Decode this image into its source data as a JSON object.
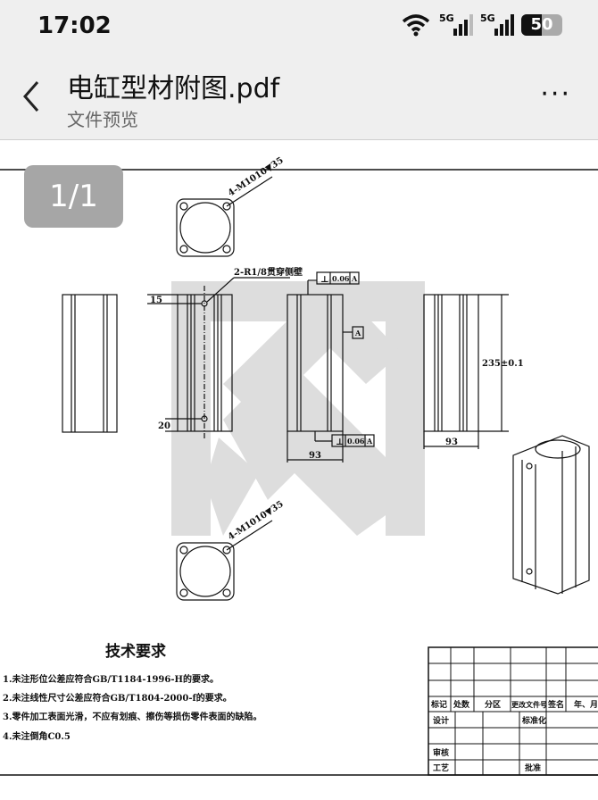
{
  "status_bar": {
    "time": "17:02",
    "network_1": "5G",
    "network_2": "5G",
    "battery": "50"
  },
  "header": {
    "title": "电缸型材附图.pdf",
    "subtitle": "文件预览",
    "more": "···"
  },
  "viewer": {
    "page_indicator": "1/1"
  },
  "drawing": {
    "section_label_top": "4-M1010▼35",
    "section_label_bottom": "4-M1010▼35",
    "hole_note": "2-R1/8贯穿侧壁",
    "dim_15": "15",
    "dim_20": "20",
    "tolerance_symbol": "⊥",
    "tolerance_value": "0.06",
    "datum": "A",
    "width_dim_1": "93",
    "width_dim_2": "93",
    "length_dim": "235±0.1"
  },
  "requirements": {
    "title": "技术要求",
    "items": [
      "1.未注形位公差应符合GB/T1184-1996-H的要求。",
      "2.未注线性尺寸公差应符合GB/T1804-2000-f的要求。",
      "3.零件加工表面光滑，不应有划痕、擦伤等损伤零件表面的缺陷。",
      "4.未注倒角C0.5"
    ]
  },
  "title_block": {
    "header": [
      "标记",
      "处数",
      "分区",
      "更改文件号",
      "签名",
      "年、月"
    ],
    "design": "设计",
    "standardize": "标准化",
    "review": "审核",
    "process": "工艺",
    "approve": "批准"
  }
}
